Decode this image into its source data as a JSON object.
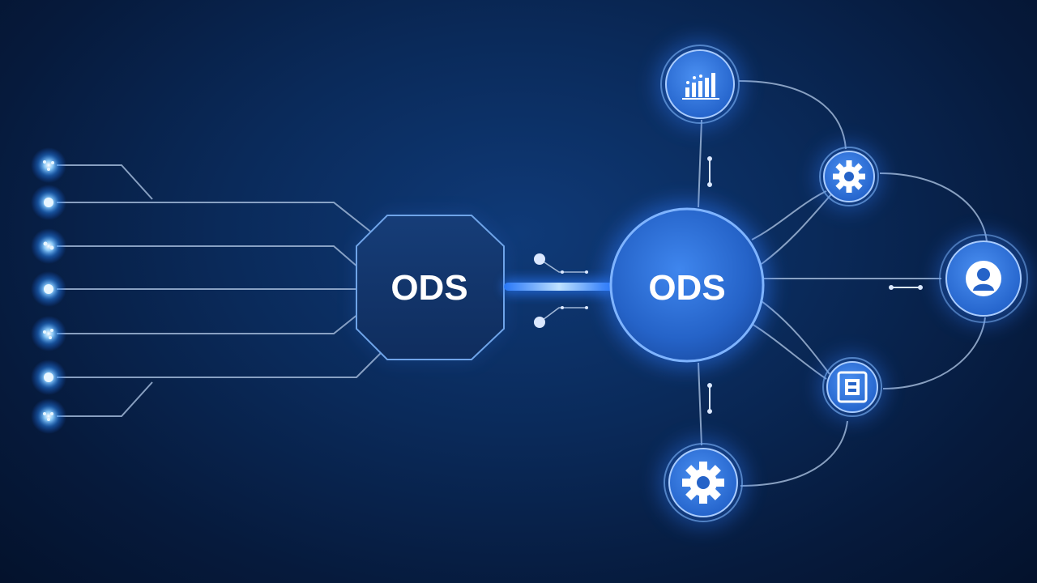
{
  "diagram": {
    "hub_octagon": {
      "label": "ODS"
    },
    "hub_circle": {
      "label": "ODS"
    },
    "input_nodes": [
      {
        "name": "input-node-1",
        "icon": "network-dots-icon"
      },
      {
        "name": "input-node-2",
        "icon": "globe-icon"
      },
      {
        "name": "input-node-3",
        "icon": "network-dots-icon"
      },
      {
        "name": "input-node-4",
        "icon": "globe-icon"
      },
      {
        "name": "input-node-5",
        "icon": "network-dots-icon"
      },
      {
        "name": "input-node-6",
        "icon": "globe-icon"
      },
      {
        "name": "input-node-7",
        "icon": "network-dots-icon"
      }
    ],
    "output_nodes": [
      {
        "name": "analytics-node",
        "icon": "bar-chart-icon"
      },
      {
        "name": "settings-node-upper",
        "icon": "gear-icon"
      },
      {
        "name": "user-node",
        "icon": "user-icon"
      },
      {
        "name": "storage-node",
        "icon": "database-icon"
      },
      {
        "name": "settings-node-lower",
        "icon": "gear-icon"
      }
    ],
    "colors": {
      "background": "#0a2a5a",
      "glow": "#4aa8ff",
      "node_fill": "#2f6fd6",
      "line": "#9fb6d6",
      "text": "#ffffff"
    }
  }
}
